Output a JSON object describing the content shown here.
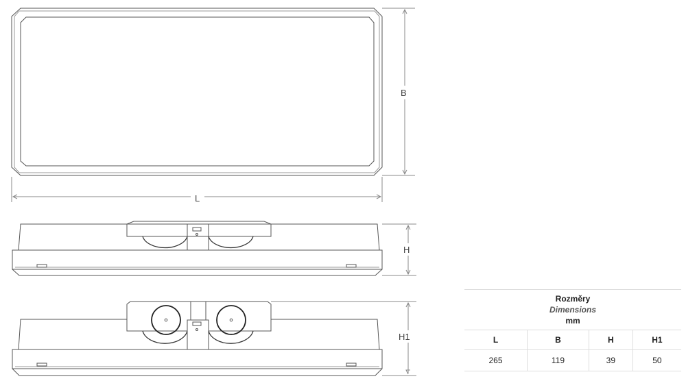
{
  "drawing": {
    "labels": {
      "L": "L",
      "B": "B",
      "H": "H",
      "H1": "H1"
    }
  },
  "table": {
    "title": "Rozměry",
    "subtitle": "Dimensions",
    "unit": "mm",
    "headers": [
      "L",
      "B",
      "H",
      "H1"
    ],
    "values": [
      "265",
      "119",
      "39",
      "50"
    ]
  }
}
